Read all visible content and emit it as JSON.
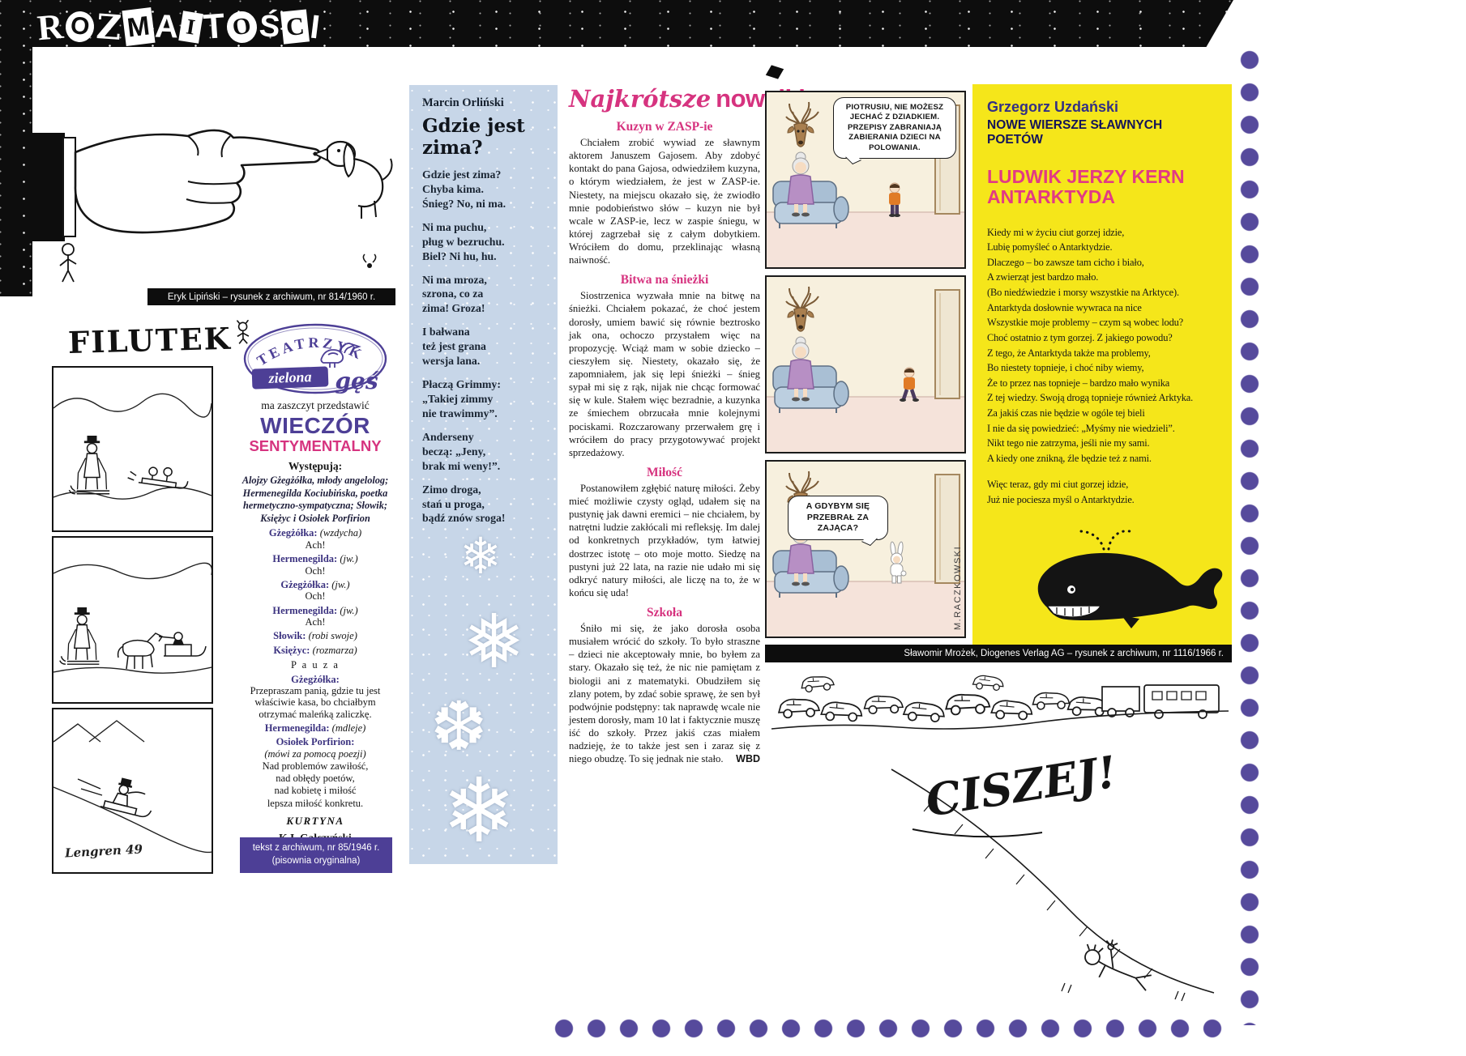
{
  "colors": {
    "pink": "#d6337f",
    "purple": "#4d3f96",
    "yellow": "#f5e61a",
    "blue_bg": "#c7d6e8",
    "dots": "#564a9c",
    "black": "#0d0d0d"
  },
  "masthead": {
    "title": "ROZMAITOŚCI",
    "letters": [
      "R",
      "O",
      "Z",
      "M",
      "A",
      "I",
      "T",
      "O",
      "Ś",
      "C",
      "I"
    ]
  },
  "lipinski": {
    "caption": "Eryk Lipiński – rysunek z archiwum, nr 814/1960 r."
  },
  "filutek": {
    "title": "FILUTEK",
    "signature": "Lengren 49"
  },
  "teatrzyk": {
    "logo_arc": "TEATRZYK",
    "logo_zielona": "zielona",
    "logo_ges": "gęś",
    "intro": "ma zaszczyt przedstawić",
    "title_line1": "WIECZÓR",
    "title_line2": "SENTYMENTALNY",
    "cast_label": "Występują:",
    "cast": "Alojzy Gżegżółka, młody angelolog; Hermenegilda Kociubińska, poetka hermetyczno-sympatyczna; Słowik; Księżyc i Osiołek Porfirion",
    "lines": [
      {
        "who": "Gżegżółka:",
        "dir": "(wzdycha)",
        "say": "Ach!"
      },
      {
        "who": "Hermenegilda:",
        "dir": "(jw.)",
        "say": "Och!"
      },
      {
        "who": "Gżegżółka:",
        "dir": "(jw.)",
        "say": "Och!"
      },
      {
        "who": "Hermenegilda:",
        "dir": "(jw.)",
        "say": "Ach!"
      },
      {
        "who": "Słowik:",
        "dir": "(robi swoje)"
      },
      {
        "who": "Księżyc:",
        "dir": "(rozmarza)"
      }
    ],
    "pauza": "P a u z a",
    "kasa": {
      "who": "Gżegżółka:",
      "text": "Przepraszam panią, gdzie tu jest właściwie kasa, bo chciałbym otrzymać maleńką zaliczkę."
    },
    "mdleje": {
      "who": "Hermenegilda:",
      "dir": "(mdleje)"
    },
    "osiolek": {
      "who": "Osiołek Porfirion:",
      "dir": "(mówi za pomocą poezji)",
      "poem": "Nad problemów zawiłość,\nnad obłędy poetów,\nnad kobietę i miłość\nlepsza miłość konkretu."
    },
    "kurtyna": "KURTYNA",
    "author": "K.I. Gałczyński",
    "footer": "tekst z archiwum, nr 85/1946 r.\n(pisownia oryginalna)"
  },
  "zima": {
    "author": "Marcin Orliński",
    "title": "Gdzie jest zima?",
    "stanzas": [
      "Gdzie jest zima?\nChyba kima.\nŚnieg? No, ni ma.",
      "Ni ma puchu,\npług w bezruchu.\nBiel? Ni hu, hu.",
      "Ni ma mroza,\nszrona, co za\nzima! Groza!",
      "I bałwana\nteż jest grana\nwersja lana.",
      "Płaczą Grimmy:\n„Takiej zimmy\nnie trawimmy”.",
      "Anderseny\nbeczą: „Jeny,\nbrak mi weny!”.",
      "Zimo droga,\nstań u proga,\nbądź znów sroga!"
    ],
    "snowflakes": [
      "❄",
      "❅",
      "❆",
      "❄"
    ]
  },
  "nowelki": {
    "title_script": "Najkrótsze",
    "title_bold": "nowelki",
    "sections": [
      {
        "heading": "Kuzyn w ZASP-ie",
        "body": "Chciałem zrobić wywiad ze sławnym aktorem Januszem Gajosem. Aby zdobyć kontakt do pana Gajosa, odwiedziłem kuzyna, o którym wiedziałem, że jest w ZASP-ie. Niestety, na miejscu okazało się, że zwiodło mnie podobieństwo słów – kuzyn nie był wcale w ZASP-ie, lecz w zaspie śniegu, w której zagrzebał się z całym dobytkiem. Wróciłem do domu, przeklinając własną naiwność."
      },
      {
        "heading": "Bitwa na śnieżki",
        "body": "Siostrzenica wyzwała mnie na bitwę na śnieżki. Chciałem pokazać, że choć jestem dorosły, umiem bawić się równie beztrosko jak ona, ochoczo przystałem więc na propozycję. Wciąż mam w sobie dziecko – cieszyłem się. Niestety, okazało się, że zapomniałem, jak się lepi śnieżki – śnieg sypał mi się z rąk, nijak nie chcąc formować się w kule. Stałem więc bezradnie, a kuzynka ze śmiechem obrzucała mnie kolejnymi pociskami. Rozczarowany przerwałem grę i wróciłem do pracy przygotowywać projekt sprzedażowy."
      },
      {
        "heading": "Miłość",
        "body": "Postanowiłem zgłębić naturę miłości. Żeby mieć możliwie czysty ogląd, udałem się na pustynię jak dawni eremici – nie chciałem, by natrętni ludzie zakłócali mi refleksję. Im dalej od konkretnych przykładów, tym łatwiej dostrzec istotę – oto moje motto. Siedzę na pustyni już 22 lata, na razie nie udało mi się odkryć natury miłości, ale liczę na to, że w końcu się uda!"
      },
      {
        "heading": "Szkoła",
        "body": "Śniło mi się, że jako dorosła osoba musiałem wrócić do szkoły. To było straszne – dzieci nie akceptowały mnie, bo byłem za stary. Okazało się też, że nic nie pamiętam z biologii ani z matematyki. Obudziłem się zlany potem, by zdać sobie sprawę, że sen był podwójnie podstępny: tak naprawdę wcale nie jestem dorosły, mam 10 lat i faktycznie muszę iść do szkoły. Przez jakiś czas miałem nadzieję, że to także jest sen i zaraz się z niego obudzę. To się jednak nie stało."
      }
    ],
    "signature": "WBD"
  },
  "comic": {
    "bubble1": "Piotrusiu, nie możesz jechać z dziadkiem. Przepisy zabraniają zabierania dzieci na polowania.",
    "bubble3": "A gdybym się przebrał za zająca?",
    "artist": "M.RACZKOWSKI"
  },
  "mrozek": {
    "caption": "Sławomir Mrożek, Diogenes Verlag AG – rysunek z archiwum, nr 1116/1966 r.",
    "ciszej": "CISZEJ!"
  },
  "wiersze": {
    "author": "Grzegorz Uzdański",
    "series": "NOWE WIERSZE SŁAWNYCH POETÓW",
    "poet": "LUDWIK JERZY KERN",
    "title": "ANTARKTYDA",
    "stanza1": "Kiedy mi w życiu ciut gorzej idzie,\nLubię pomyśleć o Antarktydzie.\nDlaczego – bo zawsze tam cicho i biało,\nA zwierząt jest bardzo mało.\n(Bo niedźwiedzie i morsy wszystkie na Arktyce).\nAntarktyda dosłownie wywraca na nice\nWszystkie moje problemy – czym są wobec lodu?\nChoć ostatnio z tym gorzej. Z jakiego powodu?\nZ tego, że Antarktyda także ma problemy,\nBo niestety topnieje, i choć niby wiemy,\nŻe to przez nas topnieje – bardzo mało wynika\nZ tej wiedzy. Swoją drogą topnieje również Arktyka.\nZa jakiś czas nie będzie w ogóle tej bieli\nI nie da się powiedzieć: „Myśmy nie wiedzieli”.\nNikt tego nie zatrzyma, jeśli nie my sami.\nA kiedy one znikną, źle będzie też z nami.",
    "stanza2": "Więc teraz, gdy mi ciut gorzej idzie,\nJuż nie pociesza myśl o Antarktydzie."
  }
}
